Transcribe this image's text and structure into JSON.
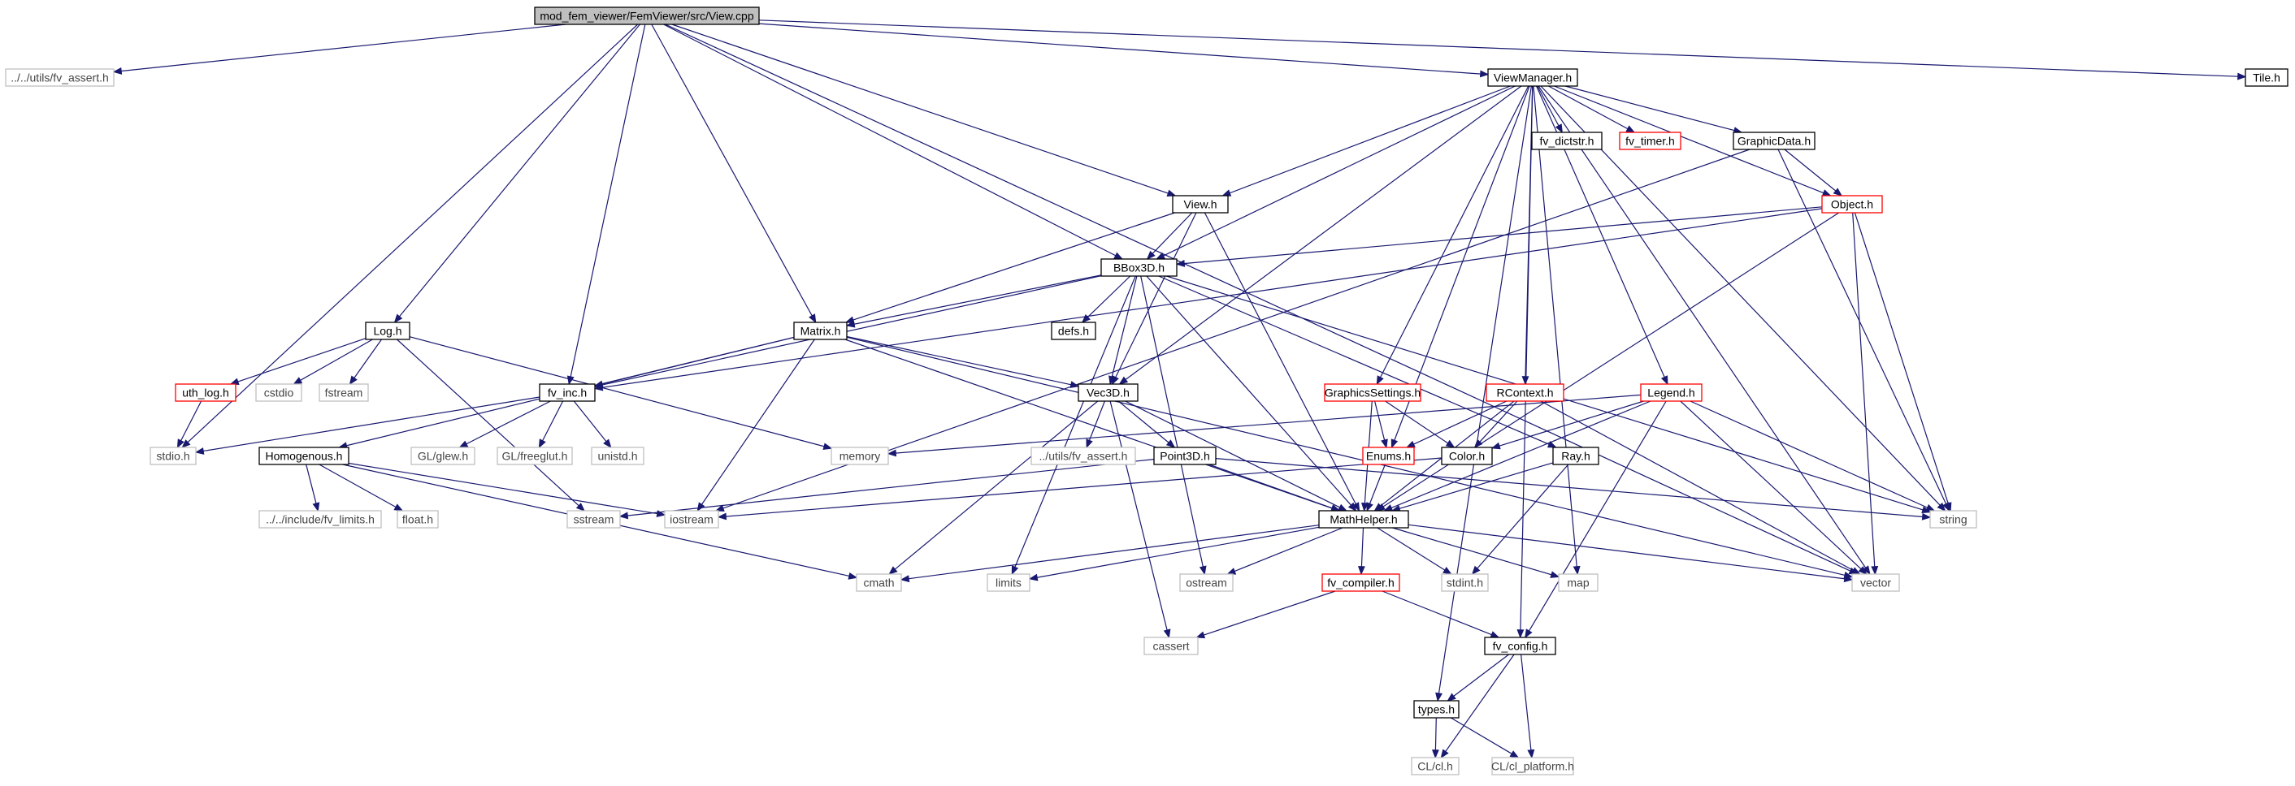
{
  "colors": {
    "edge": "#191970",
    "root_fill": "#bfbfbf",
    "normal_border": "#000000",
    "incomplete_border": "#ff0000",
    "external_border": "#bfbfbf",
    "node_fill": "#ffffff"
  },
  "nodes": [
    {
      "id": "root",
      "label": "mod_fem_viewer/FemViewer/src/View.cpp",
      "style": "root"
    },
    {
      "id": "fv_assert_rel",
      "label": "../../utils/fv_assert.h",
      "style": "external"
    },
    {
      "id": "viewmanager",
      "label": "ViewManager.h",
      "style": "normal"
    },
    {
      "id": "tile",
      "label": "Tile.h",
      "style": "normal"
    },
    {
      "id": "fv_dictstr",
      "label": "fv_dictstr.h",
      "style": "normal"
    },
    {
      "id": "fv_timer",
      "label": "fv_timer.h",
      "style": "incomplete"
    },
    {
      "id": "graphicdata",
      "label": "GraphicData.h",
      "style": "normal"
    },
    {
      "id": "view",
      "label": "View.h",
      "style": "normal"
    },
    {
      "id": "object",
      "label": "Object.h",
      "style": "incomplete"
    },
    {
      "id": "bbox3d",
      "label": "BBox3D.h",
      "style": "normal"
    },
    {
      "id": "log",
      "label": "Log.h",
      "style": "normal"
    },
    {
      "id": "defs",
      "label": "defs.h",
      "style": "normal"
    },
    {
      "id": "matrix",
      "label": "Matrix.h",
      "style": "normal"
    },
    {
      "id": "uth_log",
      "label": "uth_log.h",
      "style": "incomplete"
    },
    {
      "id": "cstdio",
      "label": "cstdio",
      "style": "external"
    },
    {
      "id": "fstream",
      "label": "fstream",
      "style": "external"
    },
    {
      "id": "fv_inc",
      "label": "fv_inc.h",
      "style": "normal"
    },
    {
      "id": "vec3d",
      "label": "Vec3D.h",
      "style": "normal"
    },
    {
      "id": "graphicssettings",
      "label": "GraphicsSettings.h",
      "style": "incomplete"
    },
    {
      "id": "rcontext",
      "label": "RContext.h",
      "style": "incomplete"
    },
    {
      "id": "legend",
      "label": "Legend.h",
      "style": "incomplete"
    },
    {
      "id": "stdio",
      "label": "stdio.h",
      "style": "external"
    },
    {
      "id": "homogenous",
      "label": "Homogenous.h",
      "style": "normal"
    },
    {
      "id": "glew",
      "label": "GL/glew.h",
      "style": "external"
    },
    {
      "id": "freeglut",
      "label": "GL/freeglut.h",
      "style": "external"
    },
    {
      "id": "unistd",
      "label": "unistd.h",
      "style": "external"
    },
    {
      "id": "memory",
      "label": "memory",
      "style": "external"
    },
    {
      "id": "utils_fv_assert",
      "label": "../utils/fv_assert.h",
      "style": "external"
    },
    {
      "id": "point3d",
      "label": "Point3D.h",
      "style": "normal"
    },
    {
      "id": "enums",
      "label": "Enums.h",
      "style": "incomplete"
    },
    {
      "id": "color",
      "label": "Color.h",
      "style": "normal"
    },
    {
      "id": "ray",
      "label": "Ray.h",
      "style": "normal"
    },
    {
      "id": "fv_limits",
      "label": "../../include/fv_limits.h",
      "style": "external"
    },
    {
      "id": "float",
      "label": "float.h",
      "style": "external"
    },
    {
      "id": "sstream",
      "label": "sstream",
      "style": "external"
    },
    {
      "id": "iostream",
      "label": "iostream",
      "style": "external"
    },
    {
      "id": "mathhelper",
      "label": "MathHelper.h",
      "style": "normal"
    },
    {
      "id": "string",
      "label": "string",
      "style": "external"
    },
    {
      "id": "cmath",
      "label": "cmath",
      "style": "external"
    },
    {
      "id": "limits",
      "label": "limits",
      "style": "external"
    },
    {
      "id": "ostream",
      "label": "ostream",
      "style": "external"
    },
    {
      "id": "fv_compiler",
      "label": "fv_compiler.h",
      "style": "incomplete"
    },
    {
      "id": "stdint",
      "label": "stdint.h",
      "style": "external"
    },
    {
      "id": "map",
      "label": "map",
      "style": "external"
    },
    {
      "id": "vector",
      "label": "vector",
      "style": "external"
    },
    {
      "id": "cassert",
      "label": "cassert",
      "style": "external"
    },
    {
      "id": "fv_config",
      "label": "fv_config.h",
      "style": "normal"
    },
    {
      "id": "types",
      "label": "types.h",
      "style": "normal"
    },
    {
      "id": "cl",
      "label": "CL/cl.h",
      "style": "external"
    },
    {
      "id": "cl_platform",
      "label": "CL/cl_platform.h",
      "style": "external"
    }
  ],
  "edges": [
    [
      "root",
      "fv_assert_rel"
    ],
    [
      "root",
      "viewmanager"
    ],
    [
      "root",
      "tile"
    ],
    [
      "root",
      "view"
    ],
    [
      "root",
      "bbox3d"
    ],
    [
      "root",
      "matrix"
    ],
    [
      "root",
      "log"
    ],
    [
      "root",
      "fv_inc"
    ],
    [
      "root",
      "stdio"
    ],
    [
      "root",
      "vector"
    ],
    [
      "viewmanager",
      "fv_dictstr"
    ],
    [
      "viewmanager",
      "fv_timer"
    ],
    [
      "viewmanager",
      "graphicdata"
    ],
    [
      "viewmanager",
      "object"
    ],
    [
      "viewmanager",
      "view"
    ],
    [
      "viewmanager",
      "bbox3d"
    ],
    [
      "viewmanager",
      "vec3d"
    ],
    [
      "viewmanager",
      "graphicssettings"
    ],
    [
      "viewmanager",
      "rcontext"
    ],
    [
      "viewmanager",
      "legend"
    ],
    [
      "viewmanager",
      "string"
    ],
    [
      "viewmanager",
      "vector"
    ],
    [
      "viewmanager",
      "types"
    ],
    [
      "viewmanager",
      "fv_config"
    ],
    [
      "viewmanager",
      "enums"
    ],
    [
      "viewmanager",
      "map"
    ],
    [
      "graphicdata",
      "object"
    ],
    [
      "graphicdata",
      "iostream"
    ],
    [
      "graphicdata",
      "string"
    ],
    [
      "object",
      "bbox3d"
    ],
    [
      "object",
      "fv_inc"
    ],
    [
      "object",
      "mathhelper"
    ],
    [
      "object",
      "string"
    ],
    [
      "object",
      "vector"
    ],
    [
      "view",
      "bbox3d"
    ],
    [
      "view",
      "matrix"
    ],
    [
      "view",
      "vec3d"
    ],
    [
      "view",
      "mathhelper"
    ],
    [
      "bbox3d",
      "defs"
    ],
    [
      "bbox3d",
      "matrix"
    ],
    [
      "bbox3d",
      "vec3d"
    ],
    [
      "bbox3d",
      "ray"
    ],
    [
      "bbox3d",
      "mathhelper"
    ],
    [
      "bbox3d",
      "limits"
    ],
    [
      "bbox3d",
      "ostream"
    ],
    [
      "bbox3d",
      "string"
    ],
    [
      "bbox3d",
      "fv_inc"
    ],
    [
      "log",
      "uth_log"
    ],
    [
      "log",
      "cstdio"
    ],
    [
      "log",
      "fstream"
    ],
    [
      "log",
      "memory"
    ],
    [
      "log",
      "sstream"
    ],
    [
      "uth_log",
      "stdio"
    ],
    [
      "matrix",
      "fv_inc"
    ],
    [
      "matrix",
      "vec3d"
    ],
    [
      "matrix",
      "homogenous"
    ],
    [
      "matrix",
      "mathhelper"
    ],
    [
      "matrix",
      "iostream"
    ],
    [
      "matrix",
      "vector"
    ],
    [
      "fv_inc",
      "stdio"
    ],
    [
      "fv_inc",
      "glew"
    ],
    [
      "fv_inc",
      "freeglut"
    ],
    [
      "fv_inc",
      "unistd"
    ],
    [
      "vec3d",
      "utils_fv_assert"
    ],
    [
      "vec3d",
      "point3d"
    ],
    [
      "vec3d",
      "mathhelper"
    ],
    [
      "vec3d",
      "cmath"
    ],
    [
      "vec3d",
      "cassert"
    ],
    [
      "homogenous",
      "fv_limits"
    ],
    [
      "homogenous",
      "float"
    ],
    [
      "homogenous",
      "iostream"
    ],
    [
      "homogenous",
      "cmath"
    ],
    [
      "point3d",
      "mathhelper"
    ],
    [
      "point3d",
      "sstream"
    ],
    [
      "point3d",
      "string"
    ],
    [
      "graphicssettings",
      "enums"
    ],
    [
      "graphicssettings",
      "color"
    ],
    [
      "graphicssettings",
      "mathhelper"
    ],
    [
      "rcontext",
      "enums"
    ],
    [
      "rcontext",
      "color"
    ],
    [
      "rcontext",
      "mathhelper"
    ],
    [
      "rcontext",
      "vector"
    ],
    [
      "legend",
      "color"
    ],
    [
      "legend",
      "mathhelper"
    ],
    [
      "legend",
      "memory"
    ],
    [
      "legend",
      "string"
    ],
    [
      "legend",
      "vector"
    ],
    [
      "legend",
      "fv_config"
    ],
    [
      "enums",
      "mathhelper"
    ],
    [
      "color",
      "iostream"
    ],
    [
      "ray",
      "mathhelper"
    ],
    [
      "ray",
      "stdint"
    ],
    [
      "mathhelper",
      "cmath"
    ],
    [
      "mathhelper",
      "limits"
    ],
    [
      "mathhelper",
      "ostream"
    ],
    [
      "mathhelper",
      "fv_compiler"
    ],
    [
      "mathhelper",
      "stdint"
    ],
    [
      "mathhelper",
      "map"
    ],
    [
      "mathhelper",
      "vector"
    ],
    [
      "fv_compiler",
      "cassert"
    ],
    [
      "fv_compiler",
      "fv_config"
    ],
    [
      "fv_config",
      "types"
    ],
    [
      "fv_config",
      "cl"
    ],
    [
      "fv_config",
      "cl_platform"
    ],
    [
      "types",
      "cl"
    ],
    [
      "types",
      "cl_platform"
    ]
  ]
}
